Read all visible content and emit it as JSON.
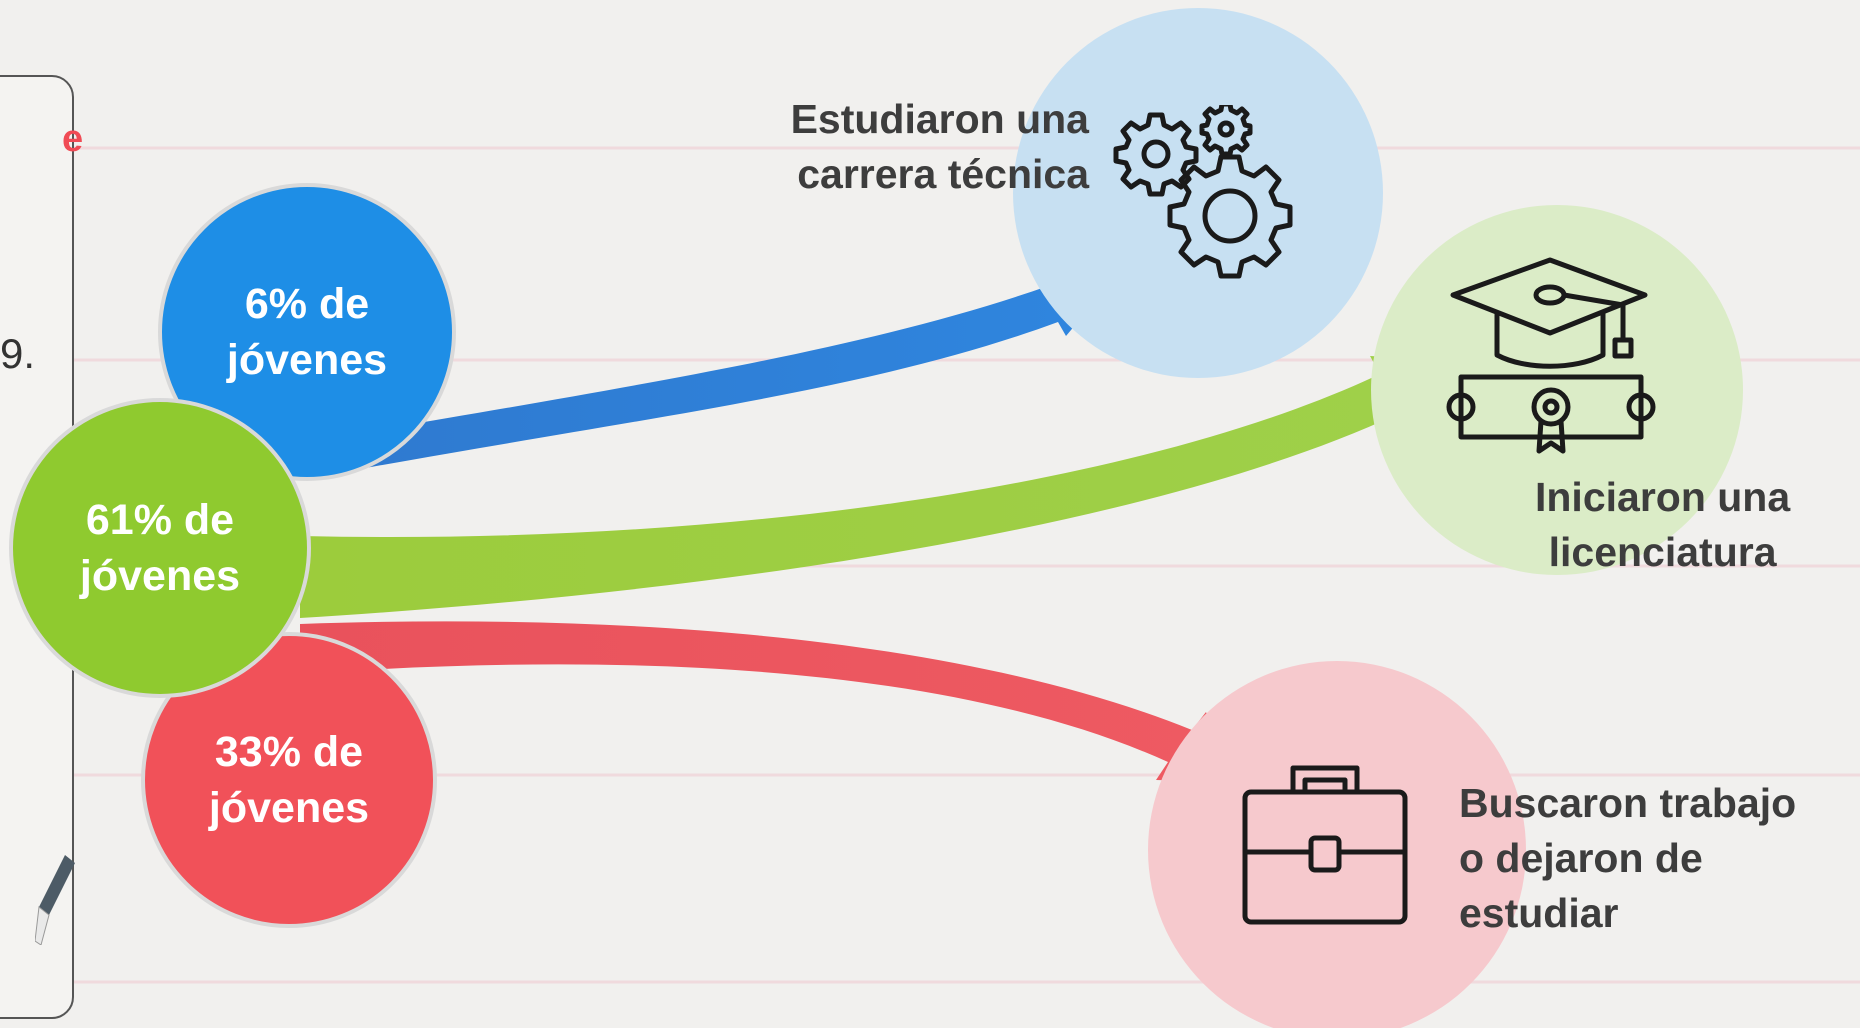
{
  "colors": {
    "blue": "#1e8ee6",
    "green": "#8fca2f",
    "red": "#f15159",
    "arrow_blue": "#2c7fd8",
    "arrow_green": "#a3d047",
    "arrow_red": "#ee5a62",
    "text_dark": "#3d3d3d"
  },
  "side_panel": {
    "fragment_top": "e",
    "fragment_mid": "9."
  },
  "groups": [
    {
      "line1": "6% de",
      "line2": "jóvenes",
      "color": "blue"
    },
    {
      "line1": "61% de",
      "line2": "jóvenes",
      "color": "green"
    },
    {
      "line1": "33% de",
      "line2": "jóvenes",
      "color": "red"
    }
  ],
  "outcomes": [
    {
      "line1": "Estudiaron una",
      "line2": "carrera técnica",
      "icon": "gears-icon"
    },
    {
      "line1": "Iniciaron una",
      "line2": "licenciatura",
      "icon": "graduation-cap-diploma-icon"
    },
    {
      "line1": "Buscaron trabajo",
      "line2": "o dejaron de",
      "line3": "estudiar",
      "icon": "briefcase-icon"
    }
  ]
}
